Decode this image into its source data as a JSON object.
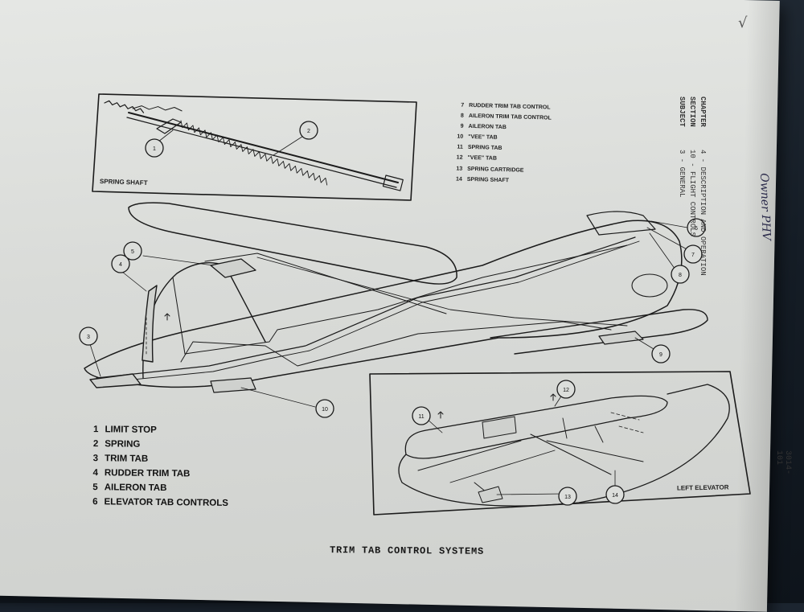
{
  "legend_main": [
    {
      "num": "1",
      "label": "LIMIT STOP"
    },
    {
      "num": "2",
      "label": "SPRING"
    },
    {
      "num": "3",
      "label": "TRIM TAB"
    },
    {
      "num": "4",
      "label": "RUDDER TRIM TAB"
    },
    {
      "num": "5",
      "label": "AILERON TAB"
    },
    {
      "num": "6",
      "label": "ELEVATOR TAB CONTROLS"
    }
  ],
  "legend_top": [
    {
      "num": "7",
      "label": "RUDDER TRIM TAB CONTROL"
    },
    {
      "num": "8",
      "label": "AILERON TRIM TAB CONTROL"
    },
    {
      "num": "9",
      "label": "AILERON TAB"
    },
    {
      "num": "10",
      "label": "\"VEE\" TAB"
    },
    {
      "num": "11",
      "label": "SPRING TAB"
    },
    {
      "num": "12",
      "label": "\"VEE\" TAB"
    },
    {
      "num": "13",
      "label": "SPRING CARTRIDGE"
    },
    {
      "num": "14",
      "label": "SPRING SHAFT"
    }
  ],
  "caption": "TRIM TAB CONTROL SYSTEMS",
  "spring_shaft_label": "SPRING SHAFT",
  "left_elevator_label": "LEFT ELEVATOR",
  "side_header": [
    {
      "key": "CHAPTER",
      "value": "4 - DESCRIPTION AND OPERATION"
    },
    {
      "key": "SECTION",
      "value": "10 - FLIGHT CONTROLS"
    },
    {
      "key": "SUBJECT",
      "value": "3 - GENERAL"
    }
  ],
  "handwriting": "Owner PHV",
  "page_number": "3014-101",
  "check_mark": "√",
  "callouts": [
    "1",
    "2",
    "3",
    "4",
    "5",
    "6",
    "7",
    "8",
    "9",
    "10",
    "11",
    "12",
    "13",
    "14"
  ]
}
